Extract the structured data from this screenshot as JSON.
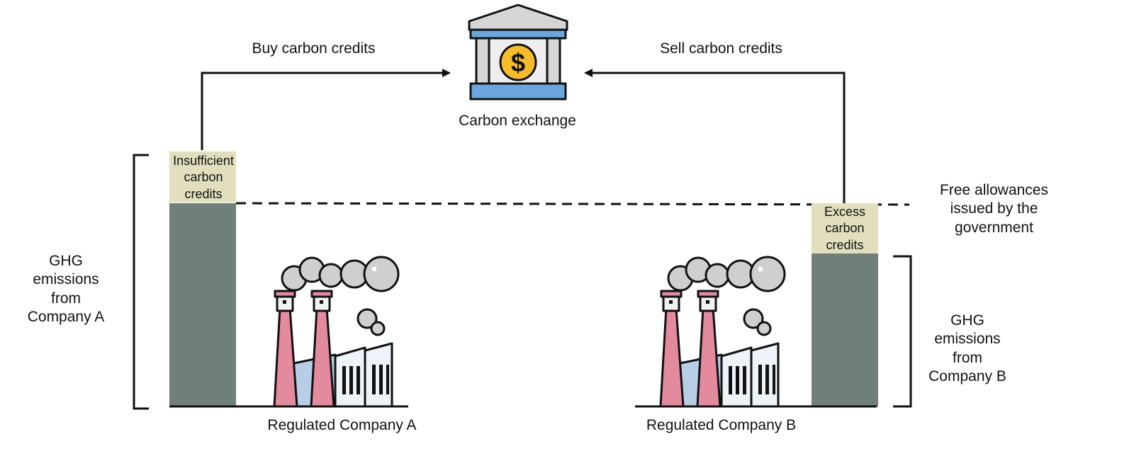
{
  "diagram": {
    "exchange": {
      "icon": "bank-dollar-icon",
      "label": "Carbon exchange"
    },
    "flows": {
      "buy_label": "Buy carbon credits",
      "sell_label": "Sell carbon credits"
    },
    "company_a": {
      "label": "Regulated Company A",
      "emissions_label": "GHG emissions from Company A",
      "bar_top_label": "Insufficient carbon credits",
      "icon": "factory-icon"
    },
    "company_b": {
      "label": "Regulated Company B",
      "emissions_label": "GHG emissions from Company B",
      "bar_top_label": "Excess carbon credits",
      "icon": "factory-icon"
    },
    "allowance_label": "Free allowances issued by the government"
  },
  "colors": {
    "emissions_bar": "#6f7f79",
    "credit_box": "#e2dfbf",
    "chimney_pink": "#e48a9e",
    "factory_blue": "#b8cde6",
    "bank_blue": "#6ba7dc",
    "coin_yellow": "#f7bc2c",
    "smoke_gray": "#cfcfcf"
  }
}
